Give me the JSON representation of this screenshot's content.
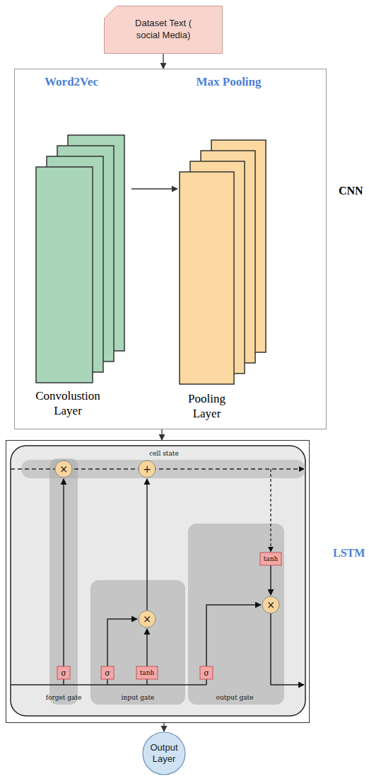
{
  "diagram": {
    "nodes": [
      {
        "text": [
          "Dataset Text ( social Media)"
        ]
      },
      {
        "text": [
          "CNN"
        ]
      },
      {
        "text": [
          "Word2Vec",
          "Convolustion Layer"
        ],
        "in": 1
      },
      {
        "text": [
          "Max Pooling",
          "Pooling Layer"
        ],
        "in": 1
      },
      {
        "text": [
          "LSTM"
        ]
      },
      {
        "text": [
          "Output Layer"
        ]
      }
    ],
    "edges": [
      {
        "from": 0,
        "to": 1,
        "arrow": "to"
      },
      {
        "from": 2,
        "to": 3,
        "arrow": "to"
      },
      {
        "from": 1,
        "to": 4,
        "arrow": "to"
      },
      {
        "from": 4,
        "to": 5,
        "arrow": "to"
      }
    ],
    "labels": [
      "cell state",
      "×",
      "+",
      "×",
      "tanh",
      "×",
      "σ",
      "σ",
      "tanh",
      "σ",
      "forget gate",
      "input gate",
      "output gate"
    ]
  }
}
